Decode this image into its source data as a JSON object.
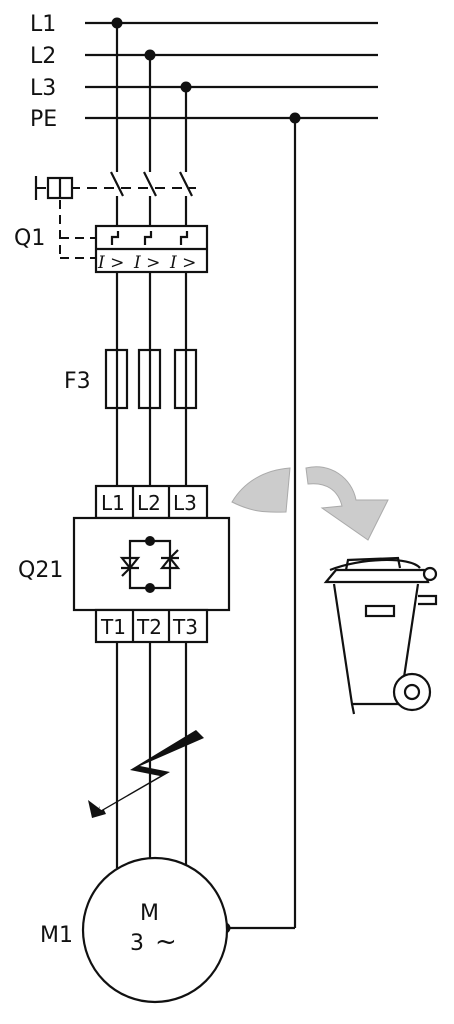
{
  "bus": {
    "l1": "L1",
    "l2": "L2",
    "l3": "L3",
    "pe": "PE"
  },
  "q1": {
    "label": "Q1",
    "trip": "I >"
  },
  "f3": {
    "label": "F3"
  },
  "q21": {
    "label": "Q21",
    "in": [
      "L1",
      "L2",
      "L3"
    ],
    "out": [
      "T1",
      "T2",
      "T3"
    ]
  },
  "m1": {
    "label": "M1",
    "name": "M",
    "phase": "3",
    "ac": "~"
  },
  "icons": [
    "circuit-breaker-icon",
    "fuse-icon",
    "soft-starter-icon",
    "lightning-icon",
    "recycle-bin-icon",
    "curved-arrow-icon"
  ],
  "colors": {
    "line": "#111111",
    "arrow": "#cccccc"
  }
}
